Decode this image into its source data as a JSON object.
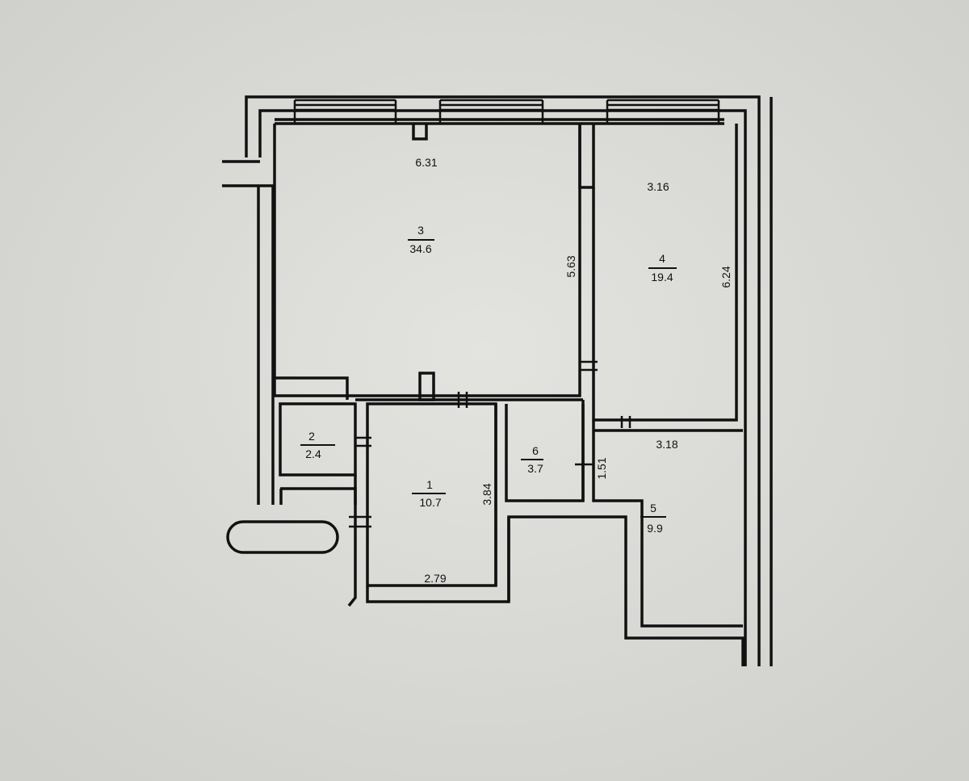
{
  "title": "Apartment floor plan",
  "rooms": [
    {
      "number": "1",
      "area": "10.7"
    },
    {
      "number": "2",
      "area": "2.4"
    },
    {
      "number": "3",
      "area": "34.6"
    },
    {
      "number": "4",
      "area": "19.4"
    },
    {
      "number": "5",
      "area": "9.9"
    },
    {
      "number": "6",
      "area": "3.7"
    }
  ],
  "dimensions": {
    "room3_width": "6.31",
    "room3_length": "5.63",
    "room4_width": "3.16",
    "room4_length": "6.24",
    "room5_width": "3.18",
    "room6_length": "1.51",
    "room1_length": "3.84",
    "room1_width": "2.79"
  }
}
